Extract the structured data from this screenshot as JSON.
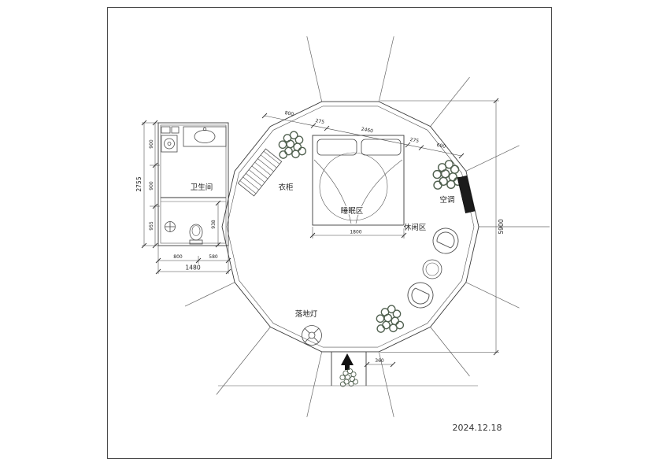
{
  "date": "2024.12.18",
  "labels": {
    "bathroom": "卫生间",
    "wardrobe": "衣柜",
    "sleeping_area": "睡眠区",
    "leisure_area": "休闲区",
    "air_conditioner": "空调",
    "floor_lamp": "落地灯"
  },
  "dims": {
    "left_total": "2755",
    "left_seg1": "900",
    "left_seg2": "900",
    "left_seg3": "955",
    "bathroom_width_total": "1480",
    "bathroom_width_seg1": "800",
    "bathroom_width_seg2": "580",
    "bathroom_lower_height": "938",
    "overall_height": "5900",
    "bed_width": "1800",
    "top_seg1": "800",
    "top_seg2": "275",
    "top_seg3": "2460",
    "top_seg4": "275",
    "top_seg5": "690",
    "entrance_offset": "360"
  }
}
